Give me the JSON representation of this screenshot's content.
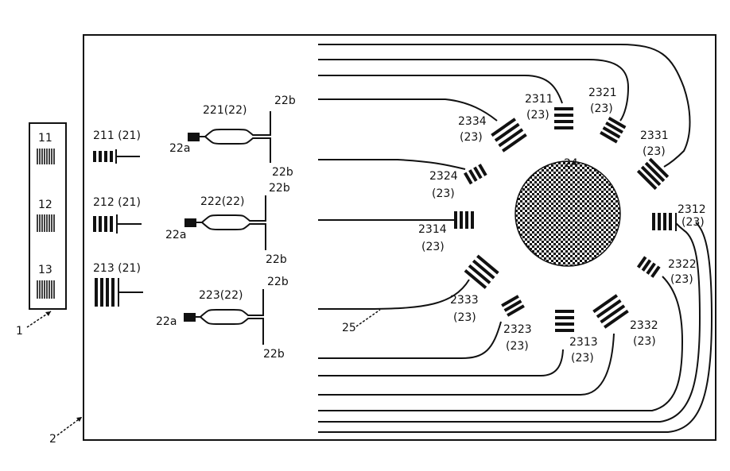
{
  "labels": {
    "chip1": "1",
    "chip2": "2",
    "g11": "11",
    "g12": "12",
    "g13": "13",
    "c211": "211 (21)",
    "c212": "212 (21)",
    "c213": "213 (21)",
    "s221": "221(22)",
    "s222": "222(22)",
    "s223": "223(22)",
    "p22a": "22a",
    "p22b": "22b",
    "center24": "24",
    "wg25": "25",
    "g2311": "2311",
    "g2312": "2312",
    "g2313": "2313",
    "g2314": "2314",
    "g2321": "2321",
    "g2322": "2322",
    "g2323": "2323",
    "g2324": "2324",
    "g2331": "2331",
    "g2332": "2332",
    "g2333": "2333",
    "g2334": "2334",
    "sub23": "(23)"
  }
}
